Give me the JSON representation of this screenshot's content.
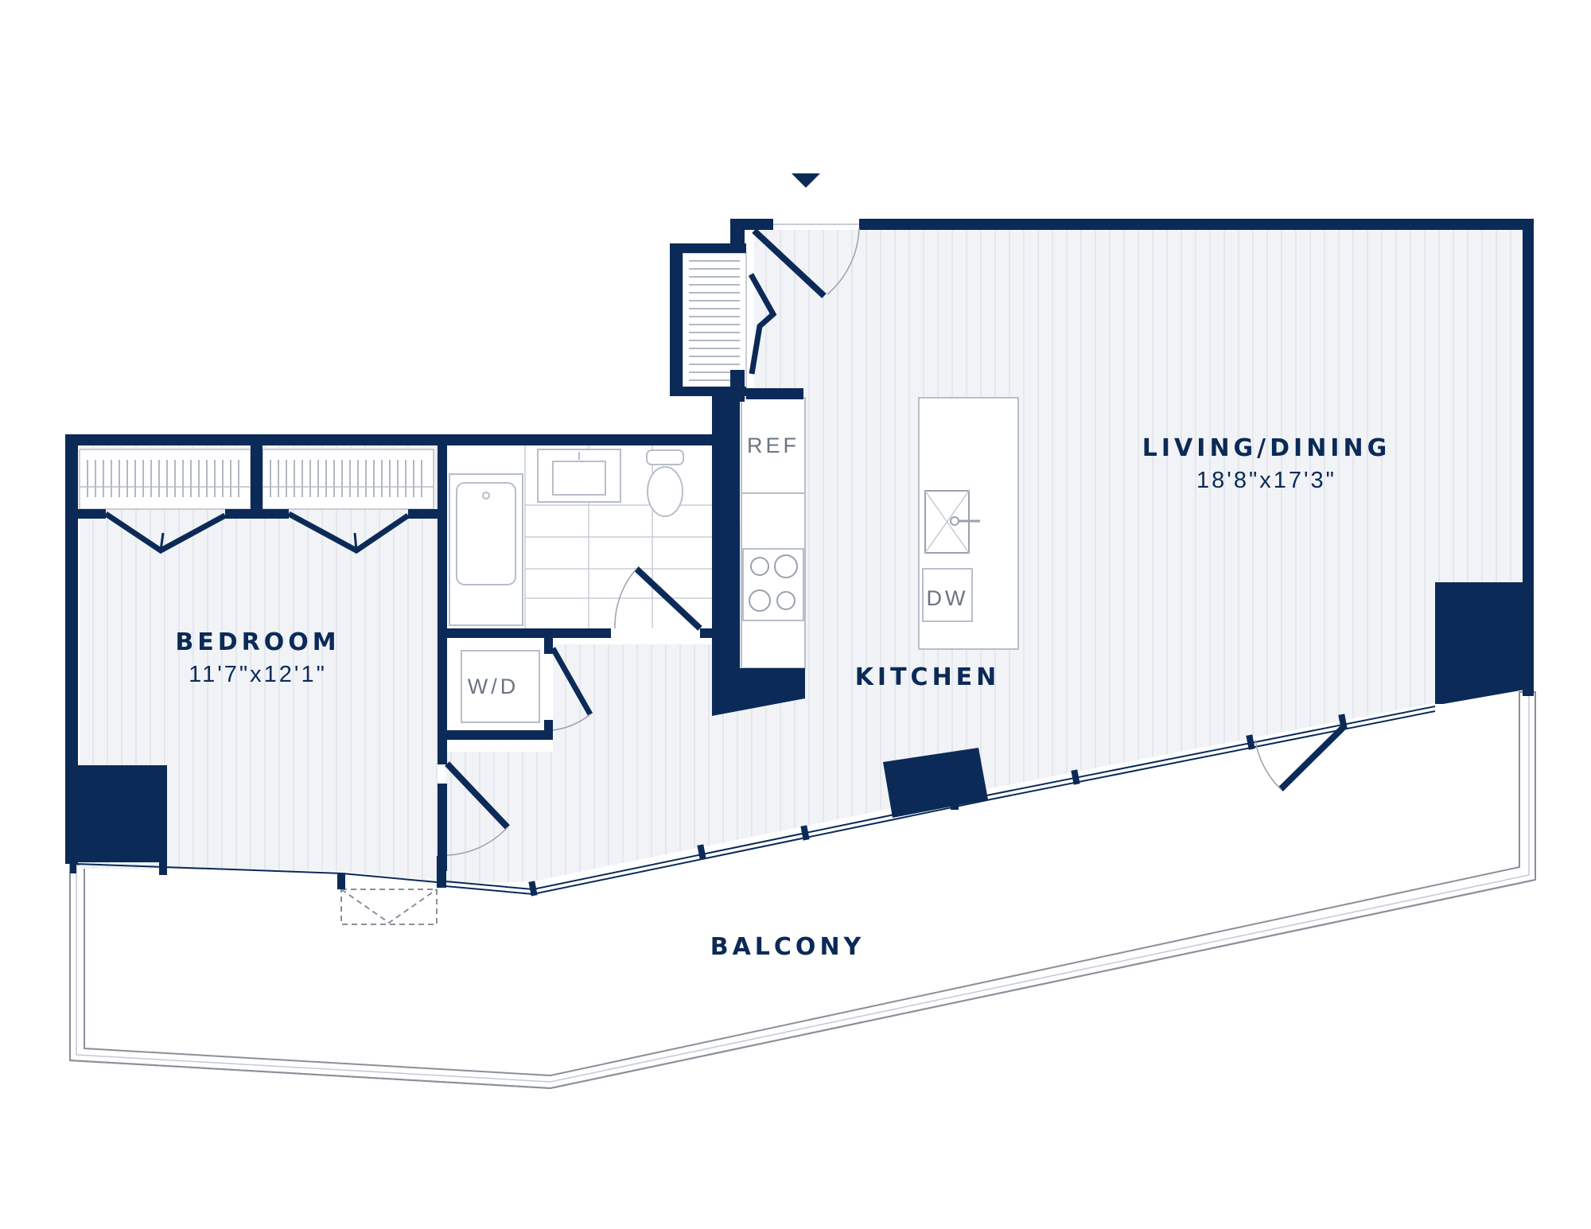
{
  "colors": {
    "wall": "#0b2a57",
    "floor": "#f1f3f6",
    "floor_line": "#d9dde6",
    "fixture_line": "#b8bec9",
    "balcony_line": "#8a8f99",
    "background": "#ffffff"
  },
  "rooms": {
    "living": {
      "name": "LIVING/DINING",
      "dimensions": "18'8\"x17'3\""
    },
    "bedroom": {
      "name": "BEDROOM",
      "dimensions": "11'7\"x12'1\""
    },
    "kitchen": {
      "name": "KITCHEN"
    },
    "balcony": {
      "name": "BALCONY"
    }
  },
  "fixtures": {
    "refrigerator": "REF",
    "dishwasher": "DW",
    "washer_dryer": "W/D"
  },
  "icons": {
    "entry": "entry-arrow-icon",
    "stove": "stove-icon",
    "sink": "sink-icon",
    "toilet": "toilet-icon",
    "bathtub": "bathtub-icon"
  }
}
